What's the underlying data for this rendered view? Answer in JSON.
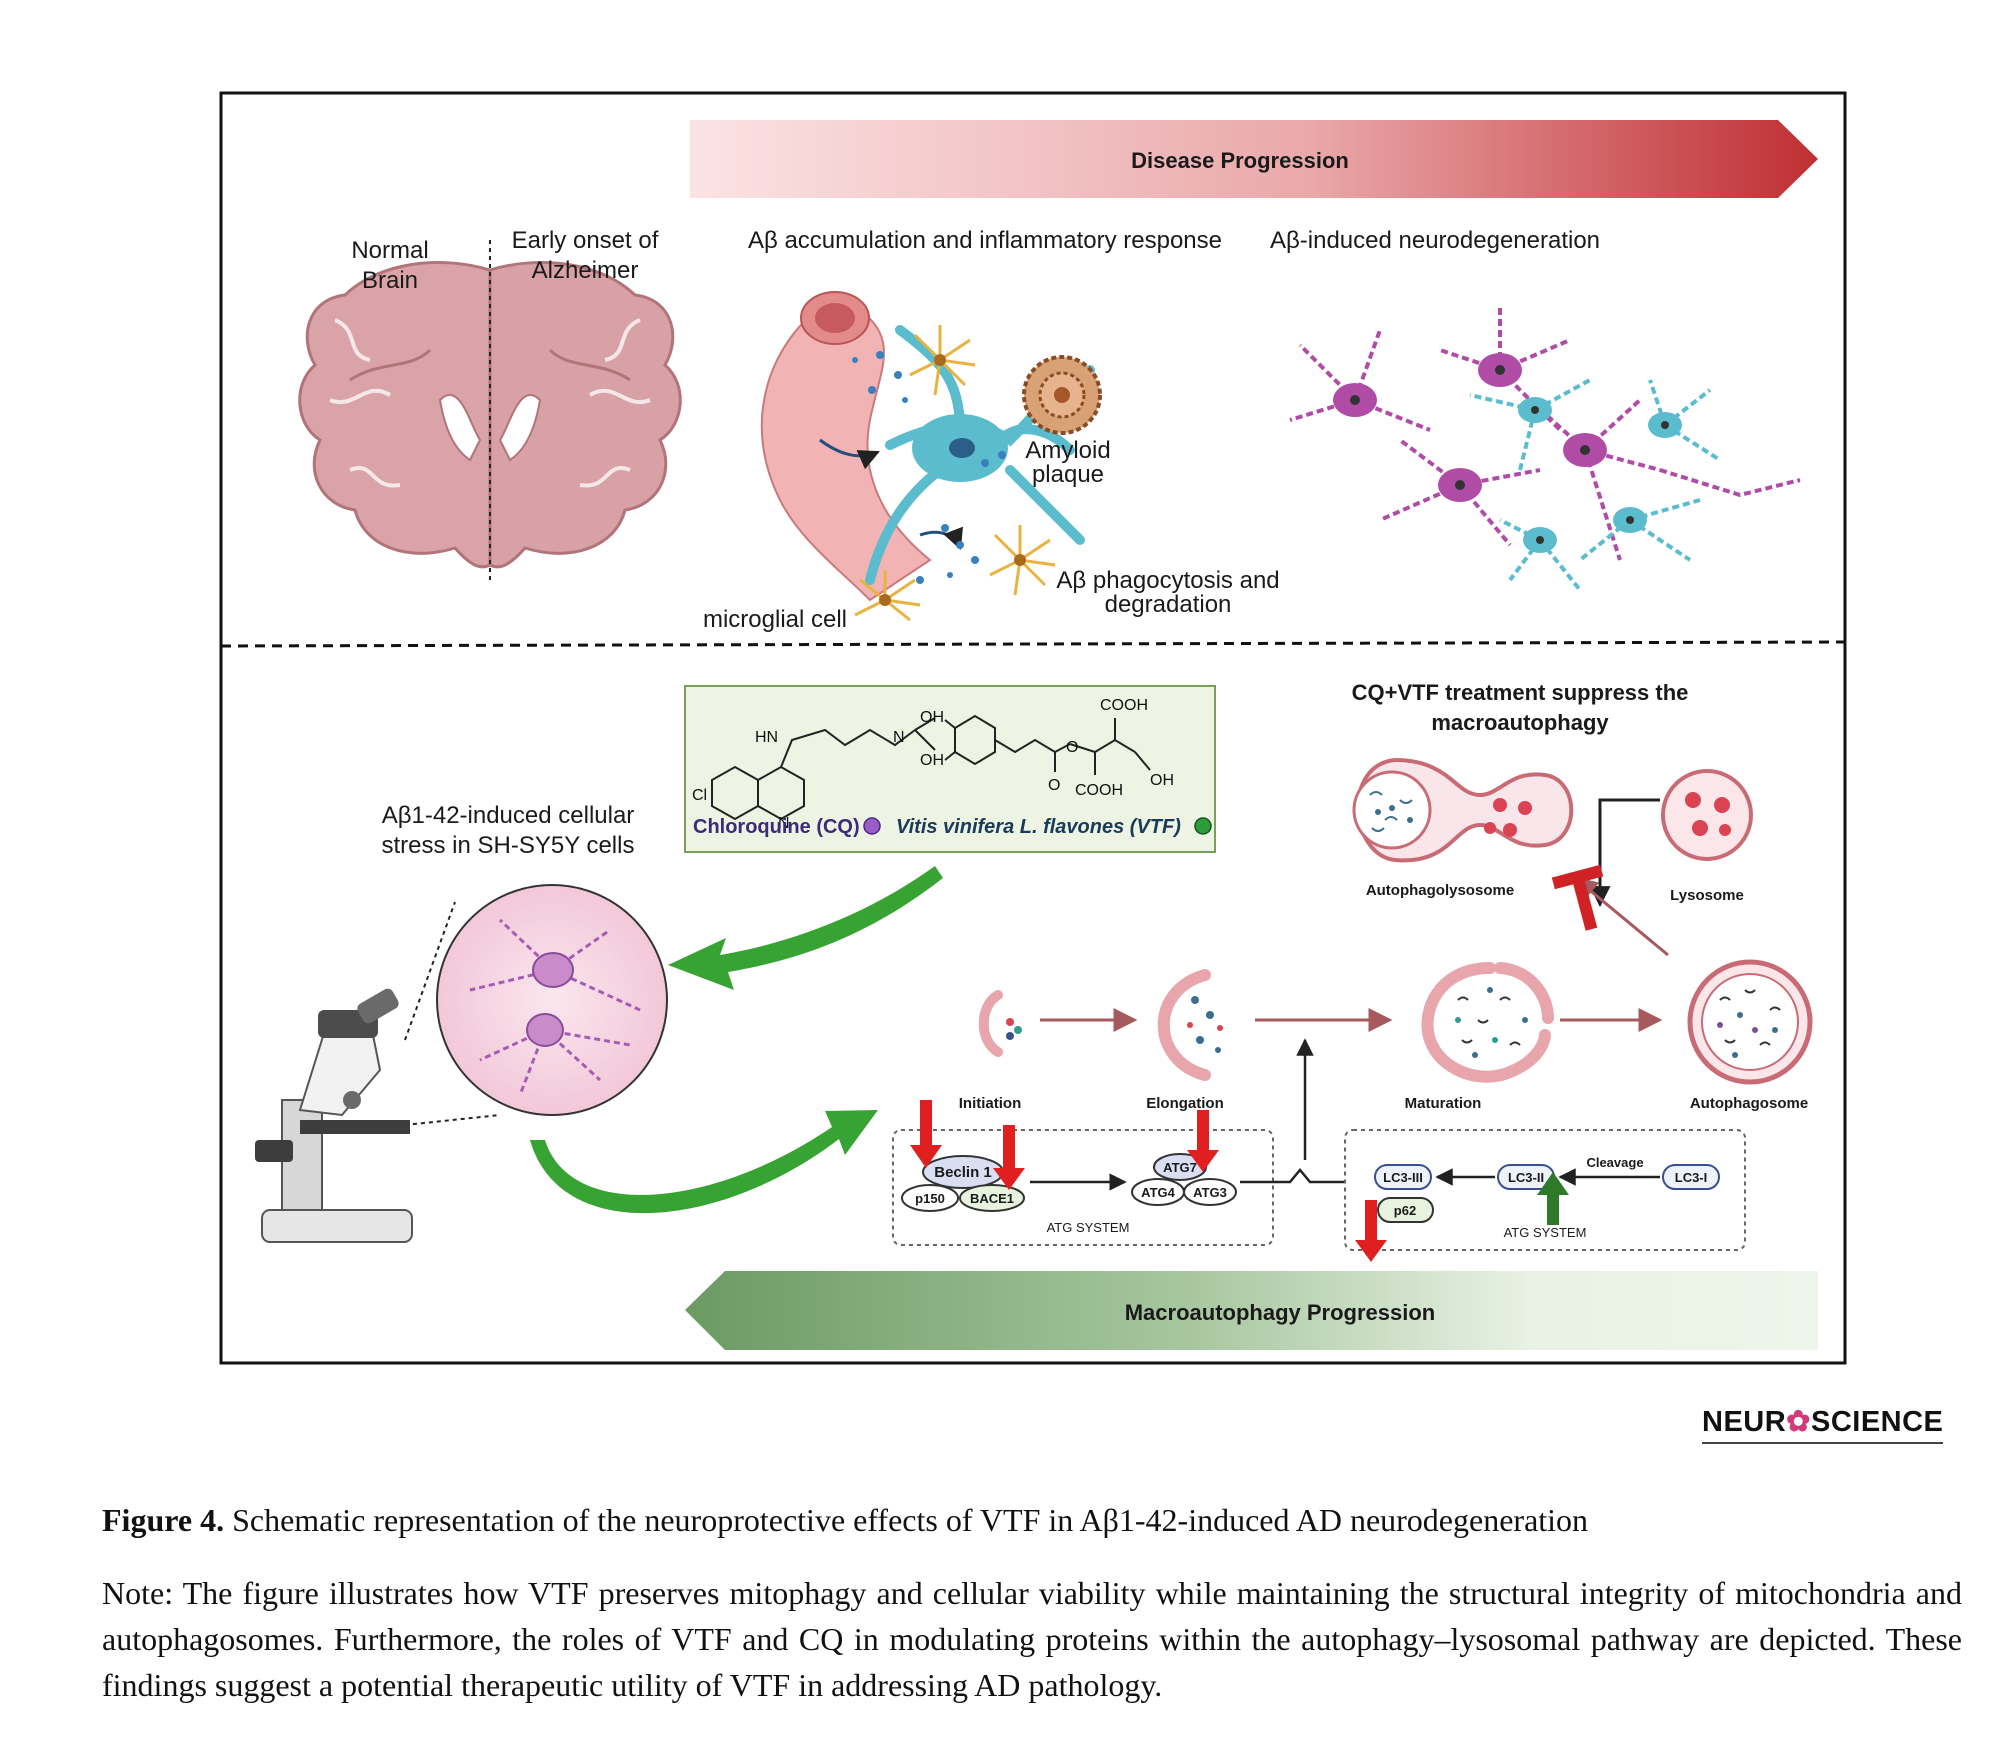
{
  "figure": {
    "top_banner": "Disease Progression",
    "bottom_banner": "Macroautophagy Progression",
    "normal_brain": [
      "Normal",
      "Brain"
    ],
    "early_onset": [
      "Early onset of",
      "Alzheimer"
    ],
    "accumulation_title": "Aβ accumulation and inflammatory response",
    "neurodegeneration_title": "Aβ-induced neurodegeneration",
    "amyloid_plaque": [
      "Amyloid",
      "plaque"
    ],
    "phagocytosis": [
      "Aβ phagocytosis and",
      "degradation"
    ],
    "microglial_cell": "microglial cell",
    "stress_label": [
      "Aβ1-42-induced cellular",
      "stress in SH-SY5Y cells"
    ],
    "chloroquine_label": "Chloroquine (CQ)",
    "vtf_label": "Vitis vinifera L. flavones (VTF)",
    "chem_texts": [
      "HN",
      "Cl",
      "N",
      "N",
      "OH",
      "OH",
      "O",
      "O",
      "COOH",
      "COOH",
      "OH"
    ],
    "treatment_title": [
      "CQ+VTF treatment suppress the",
      "macroautophagy"
    ],
    "autophagolysosome": "Autophagolysosome",
    "lysosome": "Lysosome",
    "stages": [
      "Initiation",
      "Elongation",
      "Maturation",
      "Autophagosome"
    ],
    "proteins": {
      "beclin": "Beclin 1",
      "p150": "p150",
      "bace1": "BACE1",
      "atg7": "ATG7",
      "atg4": "ATG4",
      "atg3": "ATG3",
      "lc3_iii": "LC3-III",
      "lc3_ii": "LC3-II",
      "lc3_i": "LC3-I",
      "p62": "p62",
      "cleavage": "Cleavage",
      "atg_system_1": "ATG SYSTEM",
      "atg_system_2": "ATG SYSTEM"
    },
    "colors": {
      "progression_red": "#c0393b",
      "progression_green": "#6d9b66",
      "green_arrow": "#36a333",
      "red_arrow": "#e02020",
      "astrocyte_blue": "#5bbccd",
      "neuron_purple": "#b04ca6",
      "microglia_yellow": "#e7b341",
      "brain_pink": "#d9a3a7",
      "chem_box": "#eef4e3",
      "cq_dot": "#9a5cc6",
      "vtf_dot": "#2e9c3a"
    }
  },
  "brand": {
    "prefix": "NEUR",
    "mark": "✿",
    "suffix": "SCIENCE"
  },
  "caption": {
    "label": "Figure 4.",
    "title": "Schematic representation of the neuroprotective effects of VTF in Aβ1-42-induced AD neurodegeneration",
    "note": "Note: The figure illustrates how VTF preserves mitophagy and cellular viability while maintaining the structural integrity of mitochondria and autophagosomes. Furthermore, the roles of VTF and CQ in modulating proteins within the autophagy–lysosomal pathway are depicted. These findings suggest a potential therapeutic utility of VTF in addressing AD pathology."
  }
}
